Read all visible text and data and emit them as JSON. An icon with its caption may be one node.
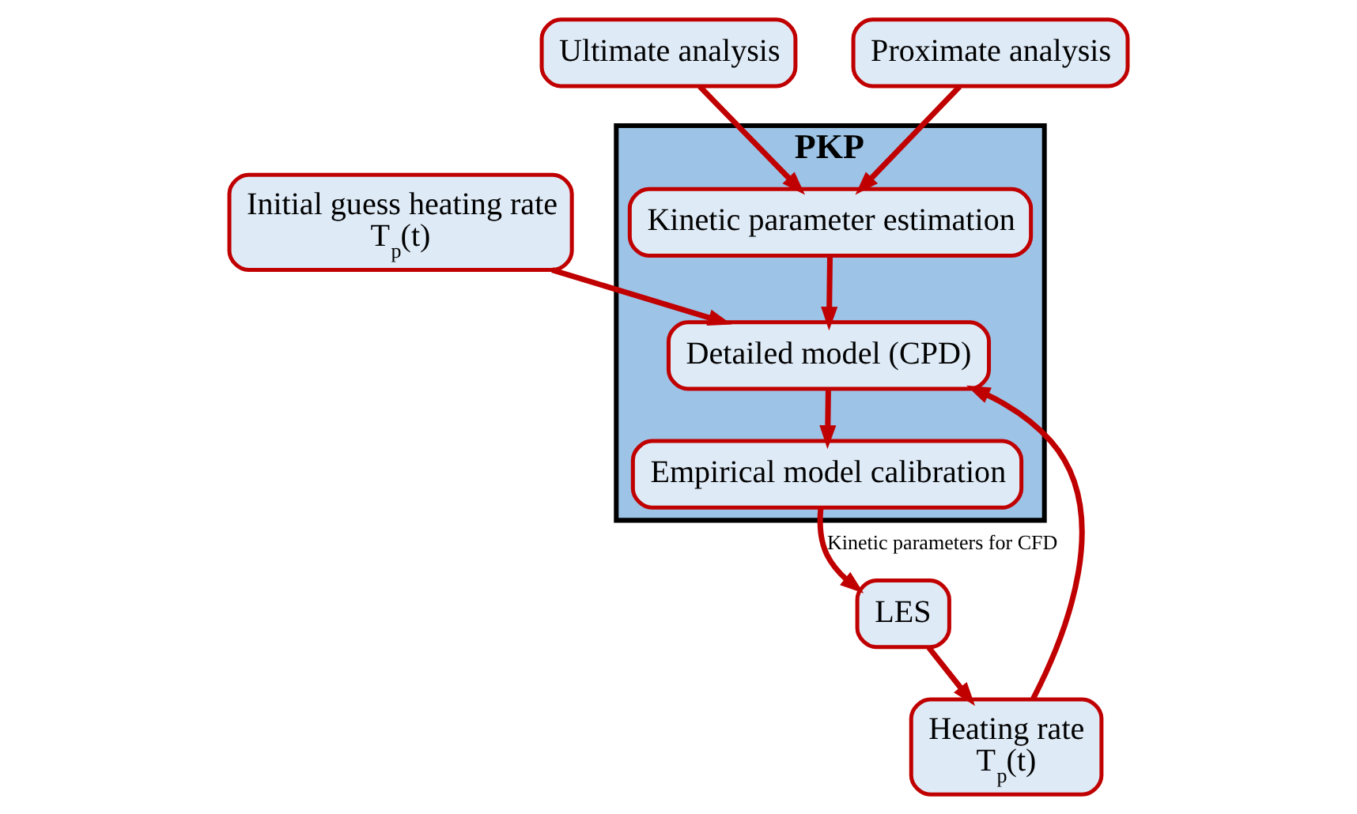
{
  "diagram": {
    "nodes": [
      {
        "text": [
          "PKP"
        ]
      },
      {
        "text": [
          "Ultimate analysis"
        ]
      },
      {
        "text": [
          "Proximate analysis"
        ]
      },
      {
        "text": [
          "Kinetic parameter estimation"
        ],
        "in": 0
      },
      {
        "text": [
          "Detailed model (CPD)"
        ],
        "in": 0
      },
      {
        "text": [
          "Empirical model calibration"
        ],
        "in": 0
      },
      {
        "text": [
          "Initial guess heating rate",
          "T$_{p}$(t)"
        ]
      },
      {
        "text": [
          "Heating rate",
          "T$_{p}$(t)"
        ]
      },
      {
        "text": [
          "LES"
        ]
      }
    ],
    "edges": [
      {
        "from": 1,
        "to": 3,
        "arrow": "to"
      },
      {
        "from": 2,
        "to": 3,
        "arrow": "to"
      },
      {
        "from": 3,
        "to": 4,
        "arrow": "to"
      },
      {
        "from": 6,
        "to": 4,
        "arrow": "to"
      },
      {
        "from": 7,
        "to": 4,
        "arrow": "to"
      },
      {
        "from": 4,
        "to": 5,
        "arrow": "to"
      },
      {
        "from": 5,
        "to": 8,
        "arrow": "to",
        "label": "Kinetic parameters for CFD"
      },
      {
        "from": 8,
        "to": 7,
        "arrow": "to"
      }
    ]
  }
}
